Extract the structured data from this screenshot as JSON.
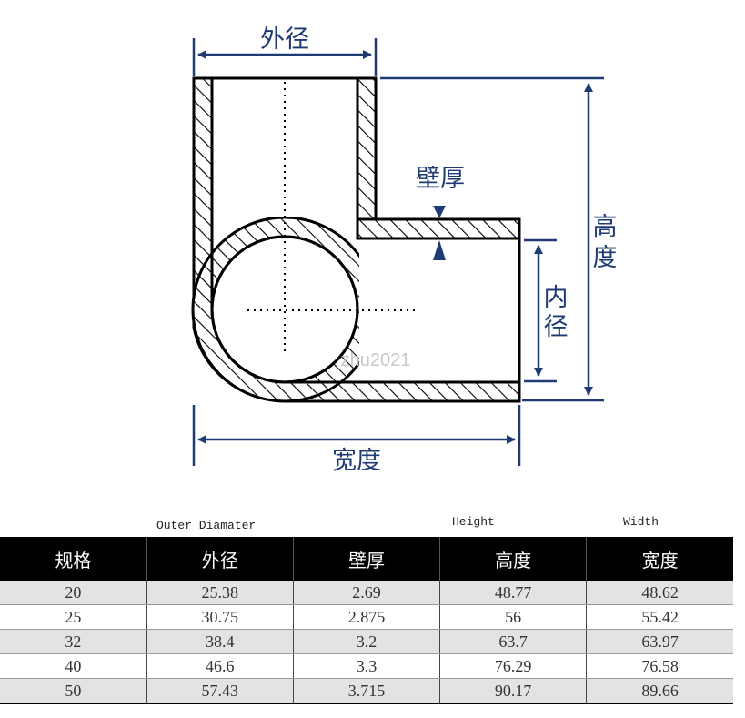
{
  "diagram": {
    "outer_diameter": "外径",
    "wall_thickness": "壁厚",
    "height": "高度",
    "inner_diameter": "内径",
    "width": "宽度",
    "watermark": "zhu2021"
  },
  "english_labels": {
    "outer_diameter": "Outer Diamater",
    "height": "Height",
    "width": "Width"
  },
  "table": {
    "headers": [
      "规格",
      "外径",
      "壁厚",
      "高度",
      "宽度"
    ],
    "rows": [
      [
        "20",
        "25.38",
        "2.69",
        "48.77",
        "48.62"
      ],
      [
        "25",
        "30.75",
        "2.875",
        "56",
        "55.42"
      ],
      [
        "32",
        "38.4",
        "3.2",
        "63.7",
        "63.97"
      ],
      [
        "40",
        "46.6",
        "3.3",
        "76.29",
        "76.58"
      ],
      [
        "50",
        "57.43",
        "3.715",
        "90.17",
        "89.66"
      ]
    ]
  },
  "colors": {
    "dimension_blue": "#1f3b73",
    "outline": "#000000"
  }
}
